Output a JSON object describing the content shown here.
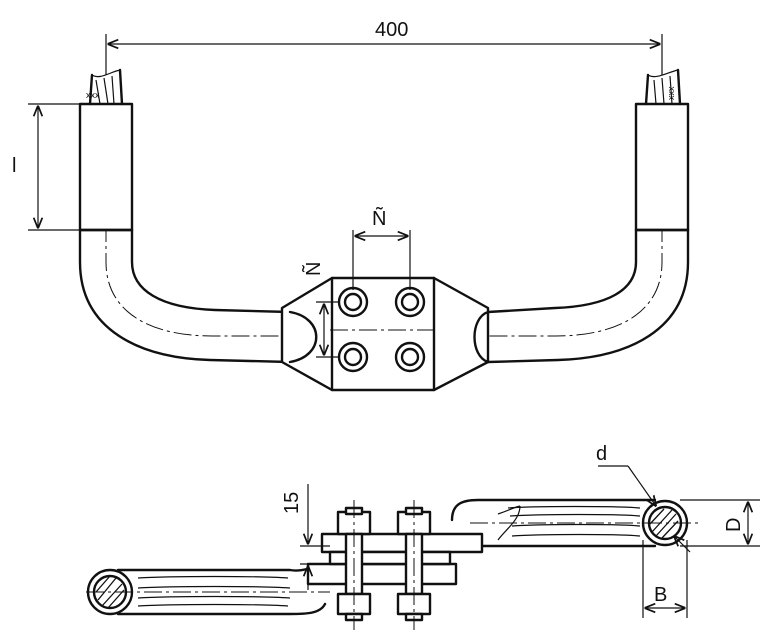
{
  "labels": {
    "overall_length": "400",
    "insulation_length": "l",
    "bolt_pitch_horizontal": "Ñ",
    "bolt_pitch_vertical": "Ñ",
    "plate_gap": "15",
    "wire_diameter": "d",
    "lug_diameter": "D",
    "lug_width": "B"
  }
}
